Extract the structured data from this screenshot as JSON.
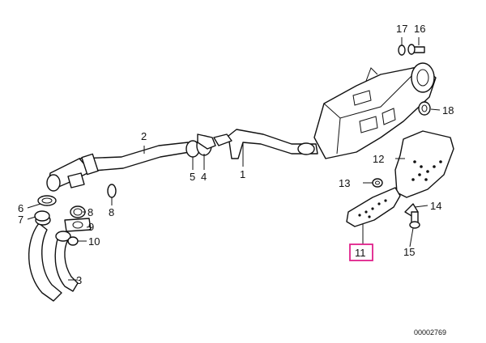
{
  "parts": [
    {
      "key": "p1",
      "number": "1"
    },
    {
      "key": "p2",
      "number": "2"
    },
    {
      "key": "p3",
      "number": "3"
    },
    {
      "key": "p4",
      "number": "4"
    },
    {
      "key": "p5",
      "number": "5"
    },
    {
      "key": "p6",
      "number": "6"
    },
    {
      "key": "p7",
      "number": "7"
    },
    {
      "key": "p8a",
      "number": "8"
    },
    {
      "key": "p8b",
      "number": "8"
    },
    {
      "key": "p9",
      "number": "9"
    },
    {
      "key": "p10",
      "number": "10"
    },
    {
      "key": "p11",
      "number": "11",
      "highlighted": true
    },
    {
      "key": "p12",
      "number": "12"
    },
    {
      "key": "p13",
      "number": "13"
    },
    {
      "key": "p14",
      "number": "14"
    },
    {
      "key": "p15",
      "number": "15"
    },
    {
      "key": "p16",
      "number": "16"
    },
    {
      "key": "p17",
      "number": "17"
    },
    {
      "key": "p18",
      "number": "18"
    }
  ],
  "diagram_ref": "00002769",
  "highlight_color": "#e0208a"
}
